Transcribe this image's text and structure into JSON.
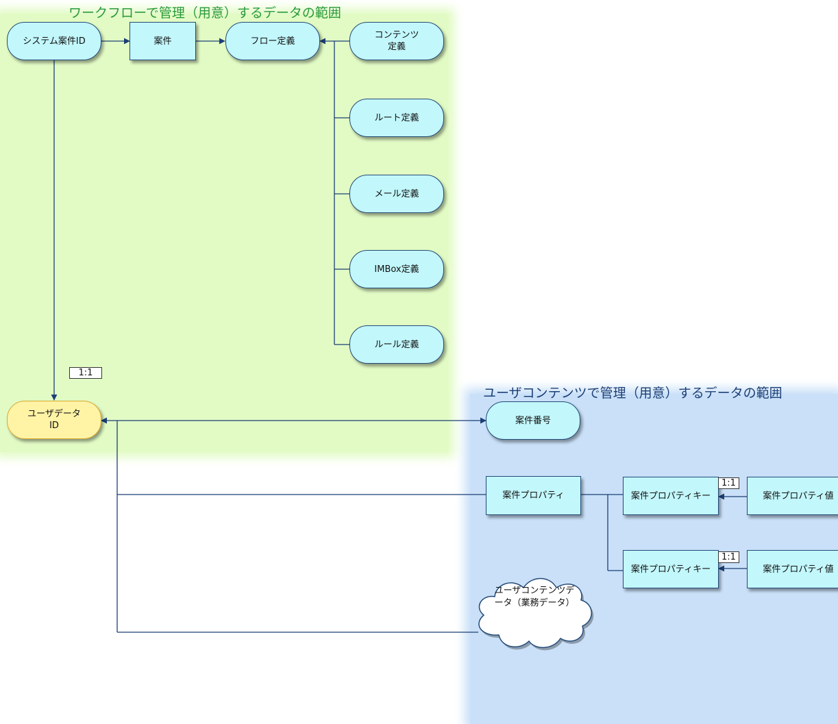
{
  "regions": {
    "workflow_title": "ワークフローで管理（用意）するデータの範囲",
    "user_title": "ユーザコンテンツで管理（用意）するデータの範囲"
  },
  "nodes": {
    "system_case_id": "システム案件ID",
    "case": "案件",
    "flow_def": "フロー定義",
    "content_def": "コンテンツ定義",
    "route_def": "ルート定義",
    "mail_def": "メール定義",
    "imbox_def": "IMBox定義",
    "rule_def": "ルール定義",
    "user_data_id": "ユーザデータID",
    "case_number": "案件番号",
    "case_property": "案件プロパティ",
    "property_key_1": "案件プロパティキー",
    "property_value_1": "案件プロパティ値",
    "property_key_2": "案件プロパティキー",
    "property_value_2": "案件プロパティ値",
    "user_content": "ユーザコンテンツデータ（業務データ）"
  },
  "ratios": {
    "system_to_user": "1:1",
    "key_value_1": "1:1",
    "key_value_2": "1:1"
  },
  "colors": {
    "workflow_region": "#e2fbc5",
    "user_region": "#c9e0f8",
    "node_fill": "#c2f7fb",
    "node_border": "#234a78",
    "highlight_fill": "#fff3a6",
    "edge": "#1c3f76"
  }
}
